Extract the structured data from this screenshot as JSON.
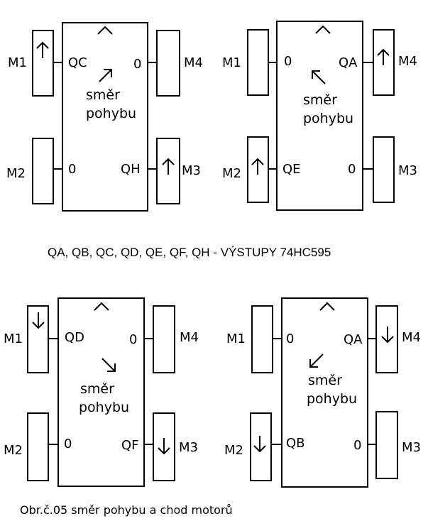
{
  "colors": {
    "ink": "#000000",
    "background": "#ffffff"
  },
  "caption_middle": "QA, QB, QC, QD, QE, QF, QH - VÝSTUPY 74HC595",
  "caption_bottom": "Obr.č.05 směr pohybu a chod motorů",
  "panels": [
    {
      "direction_text_line1": "směr",
      "direction_text_line2": "pohybu",
      "direction_arrow": "arrow-up-right-icon",
      "front_marker": "caret-up-icon",
      "motors": {
        "M1": {
          "label": "M1",
          "signal": "QC",
          "arrow": "arrow-up-icon"
        },
        "M2": {
          "label": "M2",
          "signal": "0",
          "arrow": ""
        },
        "M3": {
          "label": "M3",
          "signal": "QH",
          "arrow": "arrow-up-icon"
        },
        "M4": {
          "label": "M4",
          "signal": "0",
          "arrow": ""
        }
      }
    },
    {
      "direction_text_line1": "směr",
      "direction_text_line2": "pohybu",
      "direction_arrow": "arrow-up-left-icon",
      "front_marker": "caret-up-icon",
      "motors": {
        "M1": {
          "label": "M1",
          "signal": "0",
          "arrow": ""
        },
        "M2": {
          "label": "M2",
          "signal": "QE",
          "arrow": "arrow-up-icon"
        },
        "M3": {
          "label": "M3",
          "signal": "0",
          "arrow": ""
        },
        "M4": {
          "label": "M4",
          "signal": "QA",
          "arrow": "arrow-up-icon"
        }
      }
    },
    {
      "direction_text_line1": "směr",
      "direction_text_line2": "pohybu",
      "direction_arrow": "arrow-down-right-icon",
      "front_marker": "caret-up-icon",
      "motors": {
        "M1": {
          "label": "M1",
          "signal": "QD",
          "arrow": "arrow-down-icon"
        },
        "M2": {
          "label": "M2",
          "signal": "0",
          "arrow": ""
        },
        "M3": {
          "label": "M3",
          "signal": "QF",
          "arrow": "arrow-down-icon"
        },
        "M4": {
          "label": "M4",
          "signal": "0",
          "arrow": ""
        }
      }
    },
    {
      "direction_text_line1": "směr",
      "direction_text_line2": "pohybu",
      "direction_arrow": "arrow-down-left-icon",
      "front_marker": "caret-up-icon",
      "motors": {
        "M1": {
          "label": "M1",
          "signal": "0",
          "arrow": ""
        },
        "M2": {
          "label": "M2",
          "signal": "QB",
          "arrow": "arrow-down-icon"
        },
        "M3": {
          "label": "M3",
          "signal": "0",
          "arrow": ""
        },
        "M4": {
          "label": "M4",
          "signal": "QA",
          "arrow": "arrow-down-icon"
        }
      }
    }
  ]
}
